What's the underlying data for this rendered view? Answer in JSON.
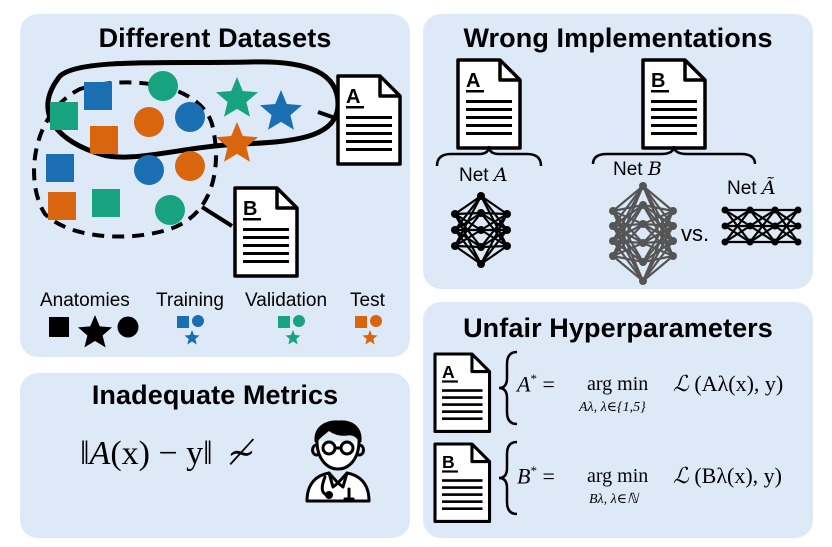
{
  "panels": {
    "datasets": {
      "title": "Different Datasets",
      "doc_a_letter": "A",
      "doc_b_letter": "B",
      "legend": {
        "anatomies": "Anatomies",
        "training": "Training",
        "validation": "Validation",
        "test": "Test"
      }
    },
    "implementations": {
      "title": "Wrong Implementations",
      "doc_a_letter": "A",
      "doc_b_letter": "B",
      "net_label_prefix": "Net",
      "net_a_symbol": "A",
      "net_b_symbol": "B",
      "net_atilde_symbol": "Ã",
      "vs": "vs."
    },
    "metrics": {
      "title": "Inadequate Metrics",
      "formula_open": "‖",
      "formula_a": "A",
      "formula_arg": "(x) − y",
      "formula_close": "‖",
      "not_approx": "≁"
    },
    "hyperparameters": {
      "title": "Unfair Hyperparameters",
      "doc_a_letter": "A",
      "doc_b_letter": "B",
      "eq_a_lhs": "A",
      "eq_a_star": "*",
      "eq_a_eq": " = ",
      "eq_a_op": "arg min",
      "eq_a_sub": "Aλ, λ∈{1,5}",
      "eq_a_loss": "ℒ",
      "eq_a_rhs": "(Aλ(x), y)",
      "eq_b_lhs": "B",
      "eq_b_star": "*",
      "eq_b_eq": " = ",
      "eq_b_op": "arg min",
      "eq_b_sub": "Bλ, λ∈ℕ",
      "eq_b_loss": "ℒ",
      "eq_b_rhs": "(Bλ(x), y)"
    }
  },
  "colors": {
    "panel_bg": "#dde9f7",
    "blue": "#1a6fb3",
    "green": "#17a37f",
    "orange": "#d9650f",
    "black": "#000000"
  }
}
